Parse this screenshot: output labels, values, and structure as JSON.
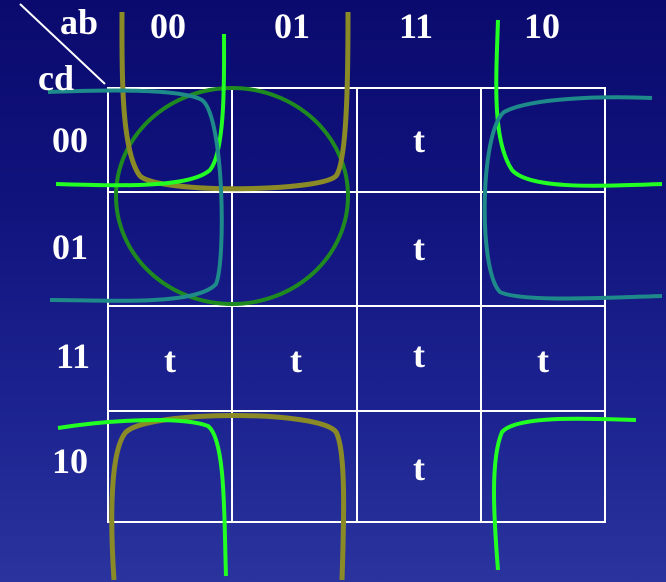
{
  "corner": {
    "top_label": "ab",
    "left_label": "cd"
  },
  "columns": [
    "00",
    "01",
    "11",
    "10"
  ],
  "rows": [
    "00",
    "01",
    "11",
    "10"
  ],
  "cells": [
    [
      "",
      "",
      "t",
      ""
    ],
    [
      "",
      "",
      "t",
      ""
    ],
    [
      "t",
      "t",
      "t",
      "t"
    ],
    [
      "",
      "",
      "t",
      ""
    ]
  ],
  "colors": {
    "grid": "#ffffff",
    "olive_group": "#8a8a26",
    "green_group": "#1f8a1f",
    "bright_green_group": "#22ff22",
    "teal_group": "#1e8a8a"
  }
}
